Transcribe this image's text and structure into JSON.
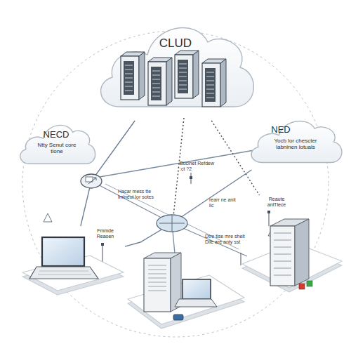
{
  "diagram": {
    "nodes": [
      {
        "text": [
          "CLUD"
        ]
      },
      {
        "text": [
          "NECD",
          "Ntty Senut core tlone"
        ]
      },
      {
        "text": [
          "NED",
          "Yocb lor chescter labninen lotuals"
        ]
      },
      {
        "text": [
          "Reaute anlTlece"
        ]
      },
      {
        "text": [
          "Fmmde Reaoen"
        ]
      }
    ],
    "edges": [
      {
        "from": 0,
        "to": 4,
        "arrow": "none"
      },
      {
        "from": 2,
        "to": 4,
        "arrow": "none"
      },
      {
        "from": 0,
        "to": 3,
        "arrow": "none"
      }
    ],
    "labels": [
      "Bucinet Refdew :ct ?2",
      "Hacar mess tte lmlneut lor sotes",
      "rearr ne anit lic",
      "Dtre tise mre shelt Dlle are anty sst"
    ]
  }
}
